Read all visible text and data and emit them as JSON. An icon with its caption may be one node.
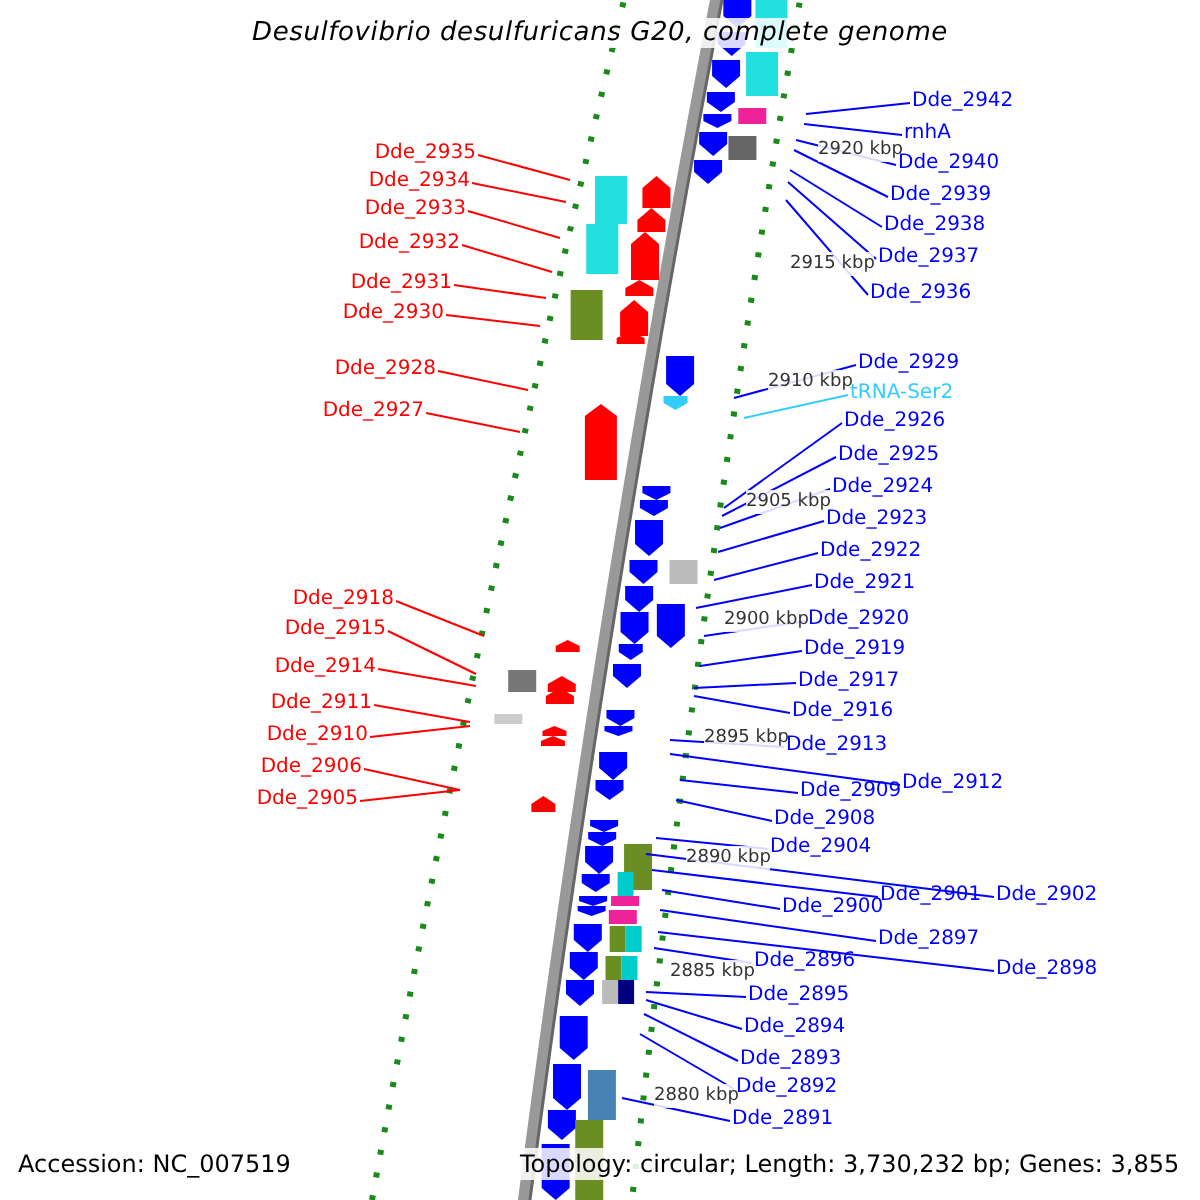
{
  "diagram": {
    "title": "Desulfovibrio desulfuricans G20, complete genome",
    "nodes": [
      {
        "text": [
          "Dde_2935"
        ]
      },
      {
        "text": [
          "Dde_2934"
        ]
      },
      {
        "text": [
          "Dde_2933"
        ]
      },
      {
        "text": [
          "Dde_2932"
        ]
      },
      {
        "text": [
          "Dde_2931"
        ]
      },
      {
        "text": [
          "Dde_2930"
        ]
      },
      {
        "text": [
          "Dde_2928"
        ]
      },
      {
        "text": [
          "Dde_2927"
        ]
      },
      {
        "text": [
          "Dde_2918"
        ]
      },
      {
        "text": [
          "Dde_2915"
        ]
      },
      {
        "text": [
          "Dde_2914"
        ]
      },
      {
        "text": [
          "Dde_2911"
        ]
      },
      {
        "text": [
          "Dde_2910"
        ]
      },
      {
        "text": [
          "Dde_2906"
        ]
      },
      {
        "text": [
          "Dde_2905"
        ]
      },
      {
        "text": [
          "Dde_2942"
        ]
      },
      {
        "text": [
          "rnhA"
        ]
      },
      {
        "text": [
          "Dde_2940"
        ]
      },
      {
        "text": [
          "Dde_2939"
        ]
      },
      {
        "text": [
          "Dde_2938"
        ]
      },
      {
        "text": [
          "Dde_2937"
        ]
      },
      {
        "text": [
          "Dde_2936"
        ]
      },
      {
        "text": [
          "Dde_2929"
        ]
      },
      {
        "text": [
          "tRNA-Ser2"
        ]
      },
      {
        "text": [
          "Dde_2926"
        ]
      },
      {
        "text": [
          "Dde_2925"
        ]
      },
      {
        "text": [
          "Dde_2924"
        ]
      },
      {
        "text": [
          "Dde_2923"
        ]
      },
      {
        "text": [
          "Dde_2922"
        ]
      },
      {
        "text": [
          "Dde_2921"
        ]
      },
      {
        "text": [
          "Dde_2920"
        ]
      },
      {
        "text": [
          "Dde_2919"
        ]
      },
      {
        "text": [
          "Dde_2917"
        ]
      },
      {
        "text": [
          "Dde_2916"
        ]
      },
      {
        "text": [
          "Dde_2913"
        ]
      },
      {
        "text": [
          "Dde_2912"
        ]
      },
      {
        "text": [
          "Dde_2909"
        ]
      },
      {
        "text": [
          "Dde_2908"
        ]
      },
      {
        "text": [
          "Dde_2904"
        ]
      },
      {
        "text": [
          "Dde_2901"
        ]
      },
      {
        "text": [
          "Dde_2902"
        ]
      },
      {
        "text": [
          "Dde_2900"
        ]
      },
      {
        "text": [
          "Dde_2897"
        ]
      },
      {
        "text": [
          "Dde_2898"
        ]
      },
      {
        "text": [
          "Dde_2896"
        ]
      },
      {
        "text": [
          "Dde_2895"
        ]
      },
      {
        "text": [
          "Dde_2894"
        ]
      },
      {
        "text": [
          "Dde_2893"
        ]
      },
      {
        "text": [
          "Dde_2892"
        ]
      },
      {
        "text": [
          "Dde_2891"
        ]
      }
    ],
    "edges": [
      {
        "from": 0,
        "to": null,
        "arrow": "none",
        "color": "#ff0000"
      },
      {
        "from": 1,
        "to": null,
        "arrow": "none",
        "color": "#ff0000"
      },
      {
        "from": 2,
        "to": null,
        "arrow": "none",
        "color": "#ff0000"
      },
      {
        "from": 3,
        "to": null,
        "arrow": "none",
        "color": "#ff0000"
      },
      {
        "from": 4,
        "to": null,
        "arrow": "none",
        "color": "#ff0000"
      },
      {
        "from": 5,
        "to": null,
        "arrow": "none",
        "color": "#ff0000"
      },
      {
        "from": 6,
        "to": null,
        "arrow": "none",
        "color": "#ff0000"
      },
      {
        "from": 7,
        "to": null,
        "arrow": "none",
        "color": "#ff0000"
      },
      {
        "from": 8,
        "to": null,
        "arrow": "none",
        "color": "#ff0000"
      },
      {
        "from": 9,
        "to": null,
        "arrow": "none",
        "color": "#ff0000"
      },
      {
        "from": 10,
        "to": null,
        "arrow": "none",
        "color": "#ff0000"
      },
      {
        "from": 11,
        "to": null,
        "arrow": "none",
        "color": "#ff0000"
      },
      {
        "from": 12,
        "to": null,
        "arrow": "none",
        "color": "#ff0000"
      },
      {
        "from": 13,
        "to": null,
        "arrow": "none",
        "color": "#ff0000"
      },
      {
        "from": 14,
        "to": null,
        "arrow": "none",
        "color": "#ff0000"
      },
      {
        "from": 15,
        "to": null,
        "arrow": "none"
      },
      {
        "from": 16,
        "to": null,
        "arrow": "none"
      },
      {
        "from": 17,
        "to": null,
        "arrow": "none"
      },
      {
        "from": 18,
        "to": null,
        "arrow": "none"
      },
      {
        "from": 19,
        "to": null,
        "arrow": "none"
      },
      {
        "from": 20,
        "to": null,
        "arrow": "none"
      },
      {
        "from": 21,
        "to": null,
        "arrow": "none"
      },
      {
        "from": 22,
        "to": null,
        "arrow": "none"
      },
      {
        "from": 23,
        "to": null,
        "arrow": "none",
        "color": "#33ccff"
      },
      {
        "from": 24,
        "to": null,
        "arrow": "none"
      },
      {
        "from": 25,
        "to": null,
        "arrow": "none"
      },
      {
        "from": 26,
        "to": null,
        "arrow": "none"
      },
      {
        "from": 27,
        "to": null,
        "arrow": "none"
      },
      {
        "from": 28,
        "to": null,
        "arrow": "none"
      },
      {
        "from": 29,
        "to": null,
        "arrow": "none"
      },
      {
        "from": 30,
        "to": null,
        "arrow": "none"
      },
      {
        "from": 31,
        "to": null,
        "arrow": "none"
      },
      {
        "from": 32,
        "to": null,
        "arrow": "none"
      },
      {
        "from": 33,
        "to": null,
        "arrow": "none"
      },
      {
        "from": 34,
        "to": null,
        "arrow": "none"
      },
      {
        "from": 35,
        "to": null,
        "arrow": "none"
      },
      {
        "from": 36,
        "to": null,
        "arrow": "none"
      },
      {
        "from": 37,
        "to": null,
        "arrow": "none"
      },
      {
        "from": 38,
        "to": null,
        "arrow": "none"
      },
      {
        "from": 39,
        "to": null,
        "arrow": "none"
      },
      {
        "from": 40,
        "to": null,
        "arrow": "none"
      },
      {
        "from": 41,
        "to": null,
        "arrow": "none"
      },
      {
        "from": 42,
        "to": null,
        "arrow": "none"
      },
      {
        "from": 43,
        "to": null,
        "arrow": "none"
      },
      {
        "from": 44,
        "to": null,
        "arrow": "none"
      },
      {
        "from": 45,
        "to": null,
        "arrow": "none"
      },
      {
        "from": 46,
        "to": null,
        "arrow": "none"
      },
      {
        "from": 47,
        "to": null,
        "arrow": "none"
      },
      {
        "from": 48,
        "to": null,
        "arrow": "none"
      },
      {
        "from": 49,
        "to": null,
        "arrow": "none"
      }
    ],
    "labels": [
      "2920 kbp",
      "2915 kbp",
      "2910 kbp",
      "2905 kbp",
      "2900 kbp",
      "2895 kbp",
      "2890 kbp",
      "2885 kbp",
      "2880 kbp",
      "Accession: NC_007519",
      "Topology: circular; Length: 3,730,232 bp; Genes: 3,855"
    ]
  }
}
